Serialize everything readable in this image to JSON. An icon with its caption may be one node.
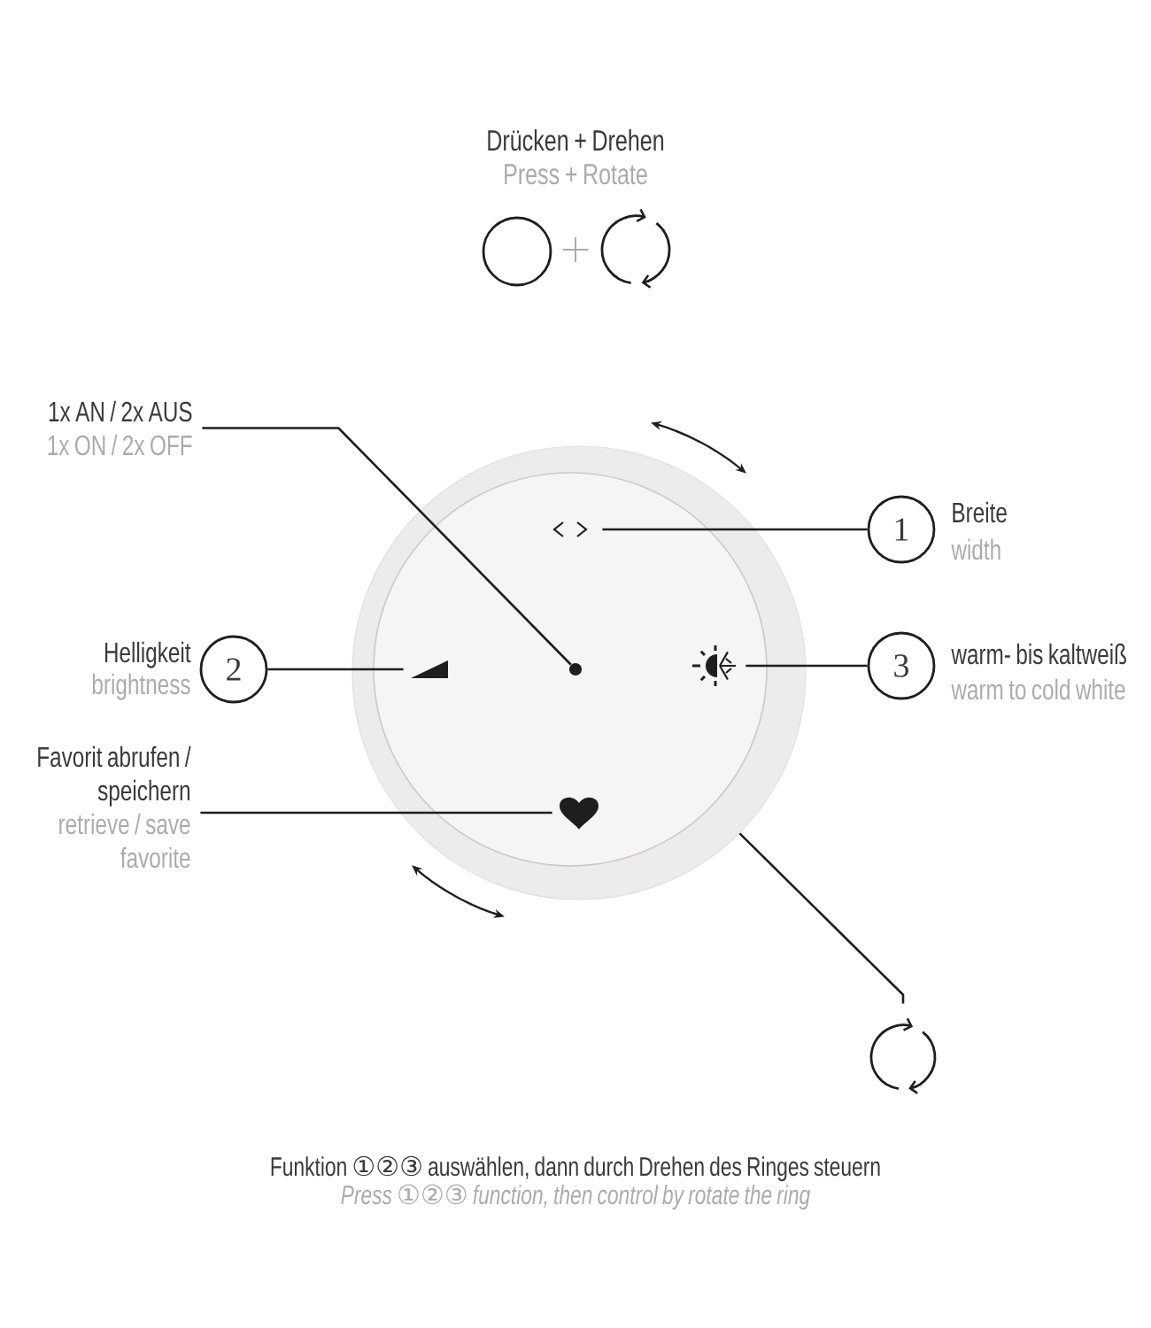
{
  "diagram": {
    "nodes": [
      {
        "text": [
          "1x AN / 2x AUS",
          "1x ON / 2x OFF"
        ]
      },
      {
        "text": [],
        "shape": "circle"
      },
      {
        "text": [],
        "shape": "picture",
        "in": 1
      },
      {
        "text": [
          "1"
        ],
        "beside": [
          "Breite",
          "width"
        ]
      },
      {
        "text": [
          "2"
        ],
        "beside": [
          "Helligkeit",
          "brightness"
        ]
      },
      {
        "text": [],
        "shape": "picture",
        "in": 1
      },
      {
        "text": [],
        "shape": "circle",
        "in": 1
      },
      {
        "text": [],
        "shape": "picture",
        "in": 1
      },
      {
        "text": [
          "3"
        ],
        "beside": [
          "warm- bis kaltweiß",
          "warm to cold white"
        ]
      },
      {
        "text": [
          "Favorit abrufen / speichern",
          "retrieve / save favorite"
        ]
      },
      {
        "text": [],
        "shape": "picture",
        "in": 1
      },
      {
        "text": [],
        "shape": "picture"
      }
    ],
    "edges": [
      {
        "from": 0,
        "to": 6,
        "arrow": "none"
      },
      {
        "from": 3,
        "to": 2,
        "arrow": "none"
      },
      {
        "from": 4,
        "to": 5,
        "arrow": "none"
      },
      {
        "from": 8,
        "to": 7,
        "arrow": "none"
      },
      {
        "from": 9,
        "to": 10,
        "arrow": "none"
      },
      {
        "from": 11,
        "to": 1,
        "arrow": "none"
      }
    ],
    "labels": [
      "Drücken + Drehen",
      "Press + Rotate",
      "Funktion ①②③ auswählen, dann durch Drehen des Ringes steuern",
      "Press ①②③ function, then control by rotate the ring"
    ]
  }
}
